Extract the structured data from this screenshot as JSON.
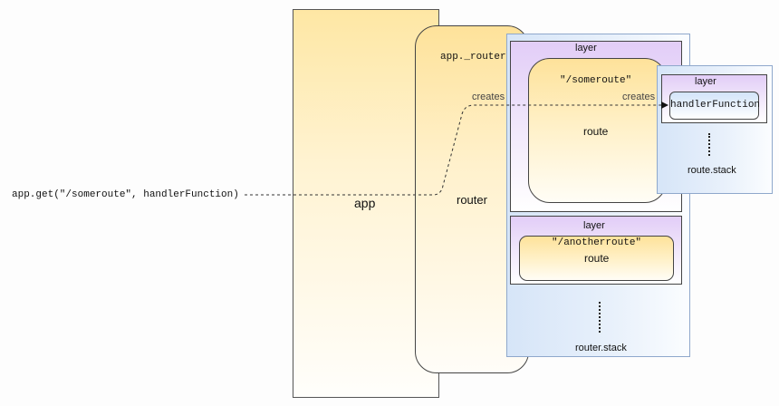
{
  "call": {
    "code": "app.get(\"/someroute\", handlerFunction)"
  },
  "app": {
    "label": "app"
  },
  "router": {
    "label": "router",
    "property": "app._router"
  },
  "router_stack": {
    "label": "router.stack",
    "layers": [
      {
        "label": "layer",
        "route_label": "route",
        "path": "\"/someroute\""
      },
      {
        "label": "layer",
        "route_label": "route",
        "path": "\"/anotherroute\""
      }
    ]
  },
  "route_stack": {
    "label": "route.stack",
    "layer": {
      "label": "layer",
      "handler": "handlerFunction"
    }
  },
  "edges": {
    "router_creates": "creates",
    "route_creates": "creates"
  },
  "colors": {
    "app_fill": "#fee7a4",
    "route_fill": "#fee29a",
    "layer_fill": "#e2cdf7",
    "stack_fill": "#d6e5f8",
    "line": "#333333"
  }
}
